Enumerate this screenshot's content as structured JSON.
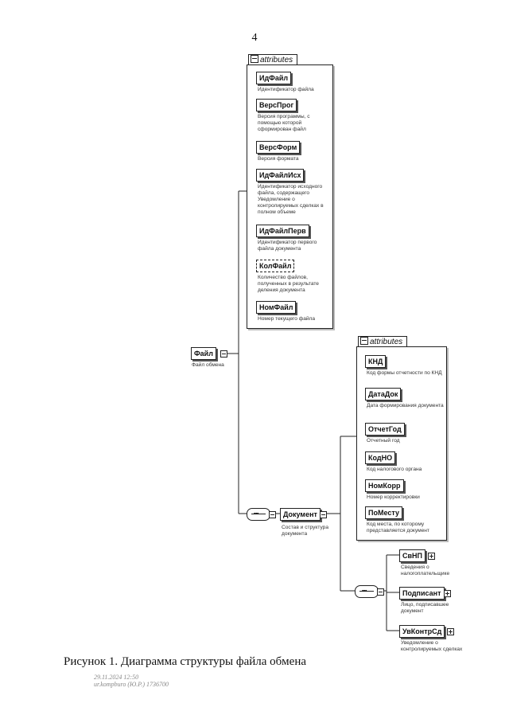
{
  "page_number": "4",
  "caption": "Рисунок 1. Диаграмма структуры файла обмена",
  "stamp": [
    "29.11.2024 12:50",
    "ur.kompburo (Ю.Р.) 1736700"
  ],
  "root": {
    "label": "Файл",
    "desc": "Файл обмена"
  },
  "attributes_label": "attributes",
  "file_attrs": [
    {
      "label": "ИдФайл",
      "desc": "Идентификатор файла"
    },
    {
      "label": "ВерсПрог",
      "desc": "Версия программы, с помощью которой сформирован файл"
    },
    {
      "label": "ВерсФорм",
      "desc": "Версия формата"
    },
    {
      "label": "ИдФайлИсх",
      "desc": "Идентификатор исходного файла, содержащего Уведомление о контролируемых сделках в полном объеме"
    },
    {
      "label": "ИдФайлПерв",
      "desc": "Идентификатор первого файла документа"
    },
    {
      "label": "КолФайл",
      "desc": "Количество файлов, полученных в результате деления документа"
    },
    {
      "label": "НомФайл",
      "desc": "Номер текущего файла"
    }
  ],
  "document": {
    "label": "Документ",
    "desc": "Состав и структура документа"
  },
  "doc_attrs": [
    {
      "label": "КНД",
      "desc": "Код формы отчетности по КНД"
    },
    {
      "label": "ДатаДок",
      "desc": "Дата формирования документа"
    },
    {
      "label": "ОтчетГод",
      "desc": "Отчетный год"
    },
    {
      "label": "КодНО",
      "desc": "Код налогового органа"
    },
    {
      "label": "НомКорр",
      "desc": "Номер корректировки"
    },
    {
      "label": "ПоМесту",
      "desc": "Код места, по которому представляется документ"
    }
  ],
  "children": [
    {
      "label": "СвНП",
      "desc": "Сведения о налогоплательщике"
    },
    {
      "label": "Подписант",
      "desc": "Лицо, подписавшее документ"
    },
    {
      "label": "УвКонтрСд",
      "desc": "Уведомление о контролируемых сделках"
    }
  ]
}
